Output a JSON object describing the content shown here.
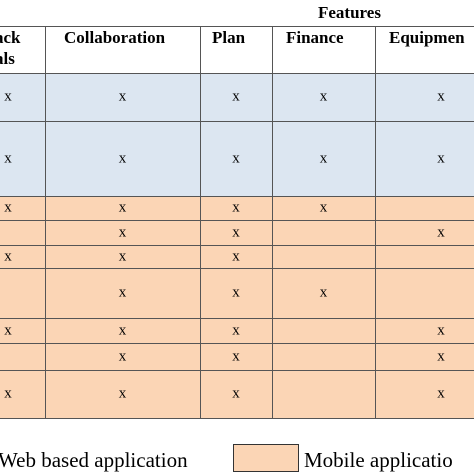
{
  "colors": {
    "web": "#dce6f1",
    "mobile": "#fbd5b5",
    "grid": "#555555"
  },
  "table": {
    "group_label": "Features",
    "columns": [
      {
        "label_lines": [
          "ack",
          "als"
        ]
      },
      {
        "label_lines": [
          "Collaboration"
        ]
      },
      {
        "label_lines": [
          "Plan"
        ]
      },
      {
        "label_lines": [
          "Finance"
        ]
      },
      {
        "label_lines": [
          "Equipmen"
        ]
      }
    ],
    "rows": [
      {
        "type": "web",
        "cells": [
          "x",
          "x",
          "x",
          "x",
          "x"
        ]
      },
      {
        "type": "web",
        "cells": [
          "x",
          "x",
          "x",
          "x",
          "x"
        ]
      },
      {
        "type": "mobile",
        "cells": [
          "x",
          "x",
          "x",
          "x",
          ""
        ]
      },
      {
        "type": "mobile",
        "cells": [
          "",
          "x",
          "x",
          "",
          "x"
        ]
      },
      {
        "type": "mobile",
        "cells": [
          "x",
          "x",
          "x",
          "",
          ""
        ]
      },
      {
        "type": "mobile",
        "cells": [
          "",
          "x",
          "x",
          "x",
          ""
        ]
      },
      {
        "type": "mobile",
        "cells": [
          "x",
          "x",
          "x",
          "",
          "x"
        ]
      },
      {
        "type": "mobile",
        "cells": [
          "",
          "x",
          "x",
          "",
          "x"
        ]
      },
      {
        "type": "mobile",
        "cells": [
          "x",
          "x",
          "x",
          "",
          "x"
        ]
      }
    ]
  },
  "legend": {
    "web_label": "Web based application",
    "mobile_label": "Mobile applicatio"
  }
}
